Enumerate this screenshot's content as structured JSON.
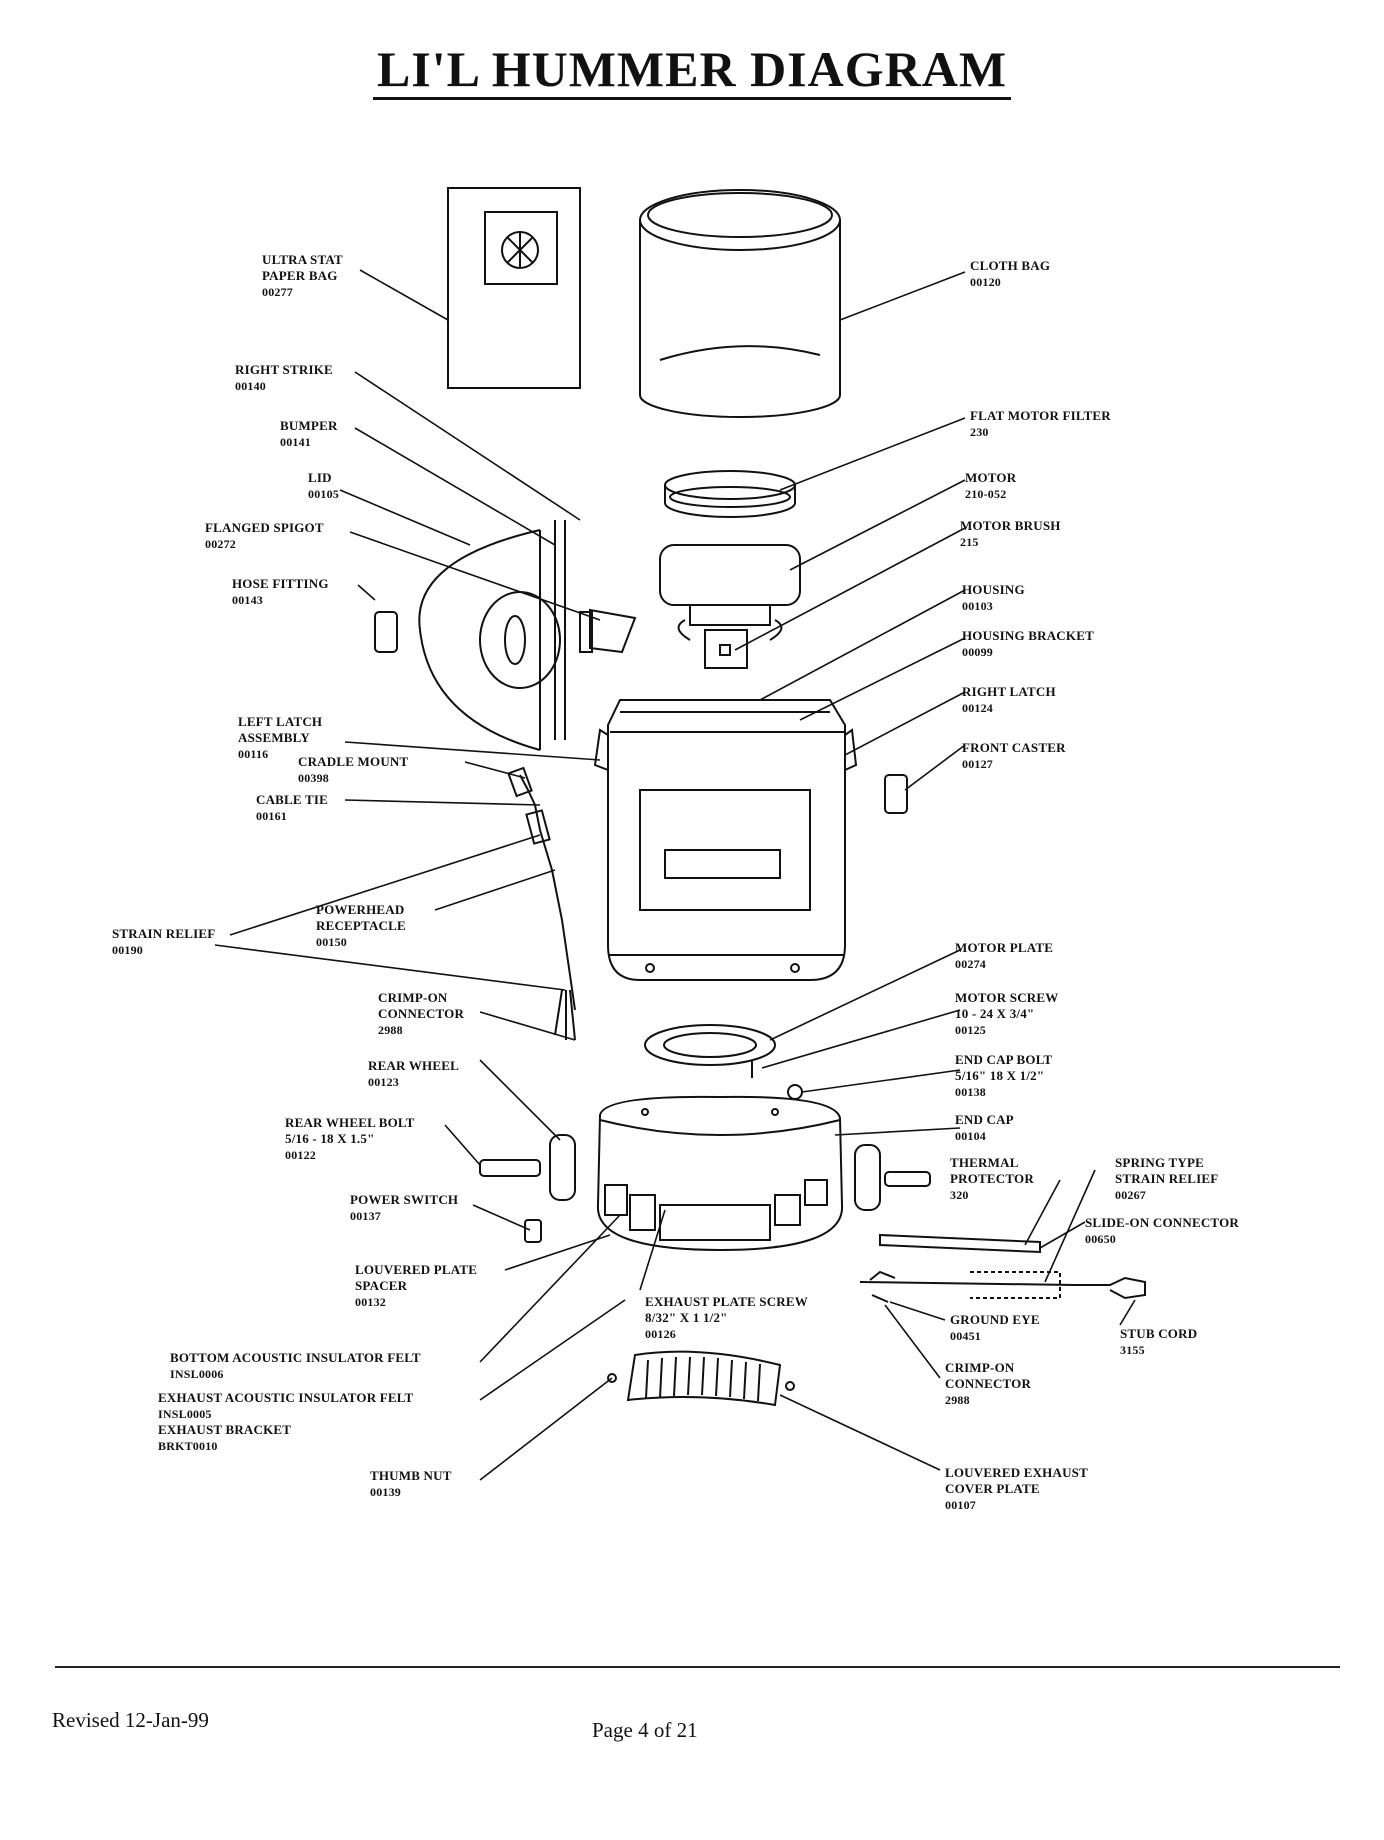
{
  "title": "LI'L HUMMER DIAGRAM",
  "labels": {
    "ultra_stat": {
      "name": "ULTRA STAT PAPER BAG",
      "line1": "ULTRA STAT",
      "line2": "PAPER BAG",
      "num": "00277"
    },
    "cloth_bag": {
      "name": "CLOTH BAG",
      "num": "00120"
    },
    "right_strike": {
      "name": "RIGHT STRIKE",
      "num": "00140"
    },
    "bumper": {
      "name": "BUMPER",
      "num": "00141"
    },
    "lid": {
      "name": "LID",
      "num": "00105"
    },
    "flanged_spigot": {
      "name": "FLANGED SPIGOT",
      "num": "00272"
    },
    "hose_fitting": {
      "name": "HOSE FITTING",
      "num": "00143"
    },
    "flat_motor_filter": {
      "name": "FLAT MOTOR FILTER",
      "num": "230"
    },
    "motor": {
      "name": "MOTOR",
      "num": "210-052"
    },
    "motor_brush": {
      "name": "MOTOR BRUSH",
      "num": "215"
    },
    "housing": {
      "name": "HOUSING",
      "num": "00103"
    },
    "housing_bracket": {
      "name": "HOUSING BRACKET",
      "num": "00099"
    },
    "right_latch": {
      "name": "RIGHT LATCH",
      "num": "00124"
    },
    "front_caster": {
      "name": "FRONT CASTER",
      "num": "00127"
    },
    "left_latch": {
      "line1": "LEFT LATCH",
      "line2": "ASSEMBLY",
      "num": "00116"
    },
    "cradle_mount": {
      "name": "CRADLE MOUNT",
      "num": "00398"
    },
    "cable_tie": {
      "name": "CABLE TIE",
      "num": "00161"
    },
    "powerhead": {
      "line1": "POWERHEAD",
      "line2": "RECEPTACLE",
      "num": "00150"
    },
    "strain_relief": {
      "name": "STRAIN RELIEF",
      "num": "00190"
    },
    "crimp_on_1": {
      "line1": "CRIMP-ON",
      "line2": "CONNECTOR",
      "num": "2988"
    },
    "motor_plate": {
      "name": "MOTOR PLATE",
      "num": "00274"
    },
    "motor_screw": {
      "name": "MOTOR SCREW",
      "spec": "10 - 24 x 3/4\"",
      "num": "00125"
    },
    "end_cap_bolt": {
      "name": "END CAP BOLT",
      "spec": "5/16\" 18 x 1/2\"",
      "num": "00138"
    },
    "end_cap": {
      "name": "END CAP",
      "num": "00104"
    },
    "rear_wheel": {
      "name": "REAR WHEEL",
      "num": "00123"
    },
    "rear_wheel_bolt": {
      "name": "REAR WHEEL BOLT",
      "spec": "5/16 - 18 x 1.5\"",
      "num": "00122"
    },
    "thermal_protector": {
      "line1": "THERMAL",
      "line2": "PROTECTOR",
      "num": "320"
    },
    "spring_strain_relief": {
      "line1": "SPRING TYPE",
      "line2": "STRAIN RELIEF",
      "num": "00267"
    },
    "power_switch": {
      "name": "POWER SWITCH",
      "num": "00137"
    },
    "slide_on": {
      "name": "SLIDE-ON CONNECTOR",
      "num": "00650"
    },
    "louvered_plate_spacer": {
      "line1": "LOUVERED PLATE",
      "line2": "SPACER",
      "num": "00132"
    },
    "exhaust_plate_screw": {
      "name": "EXHAUST PLATE SCREW",
      "spec": "8/32\" x 1 1/2\"",
      "num": "00126"
    },
    "ground_eye": {
      "name": "GROUND EYE",
      "num": "00451"
    },
    "stub_cord": {
      "name": "STUB CORD",
      "num": "3155"
    },
    "crimp_on_2": {
      "line1": "CRIMP-ON",
      "line2": "CONNECTOR",
      "num": "2988"
    },
    "bottom_felt": {
      "name": "BOTTOM ACOUSTIC INSULATOR FELT",
      "num": "INSL0006"
    },
    "exhaust_felt": {
      "name": "EXHAUST ACOUSTIC INSULATOR FELT",
      "num": "INSL0005"
    },
    "exhaust_bracket": {
      "name": "EXHAUST BRACKET",
      "num": "BRKT0010"
    },
    "thumb_nut": {
      "name": "THUMB NUT",
      "num": "00139"
    },
    "louvered_cover": {
      "line1": "LOUVERED EXHAUST",
      "line2": "COVER PLATE",
      "num": "00107"
    }
  },
  "footer": {
    "revised": "Revised 12-Jan-99",
    "page": "Page 4 of 21"
  }
}
